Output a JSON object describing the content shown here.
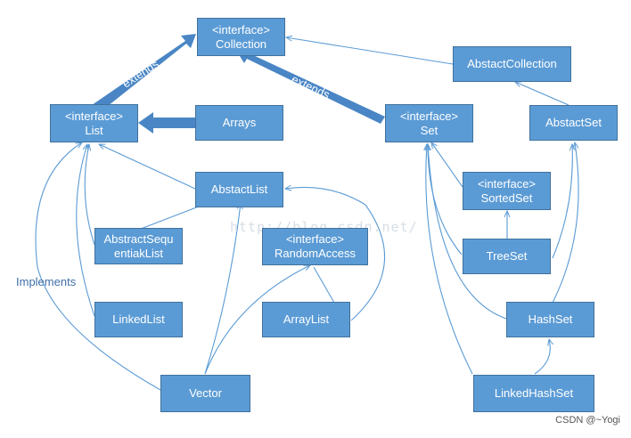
{
  "nodes": {
    "collection": {
      "stereotype": "<interface>",
      "name": "Collection"
    },
    "abstact_collection": {
      "name": "AbstactCollection"
    },
    "list": {
      "stereotype": "<interface>",
      "name": "List"
    },
    "arrays": {
      "name": "Arrays"
    },
    "set": {
      "stereotype": "<interface>",
      "name": "Set"
    },
    "abstact_set": {
      "name": "AbstactSet"
    },
    "abstact_list": {
      "name": "AbstactList"
    },
    "sorted_set": {
      "stereotype": "<interface>",
      "name": "SortedSet"
    },
    "abstract_sequential_list": {
      "name_line1": "AbstractSequ",
      "name_line2": "entiakList"
    },
    "random_access": {
      "stereotype": "<interface>",
      "name": "RandomAccess"
    },
    "tree_set": {
      "name": "TreeSet"
    },
    "linked_list": {
      "name": "LinkedList"
    },
    "array_list": {
      "name": "ArrayList"
    },
    "hash_set": {
      "name": "HashSet"
    },
    "vector": {
      "name": "Vector"
    },
    "linked_hash_set": {
      "name": "LinkedHashSet"
    }
  },
  "labels": {
    "extends_left": "extends",
    "extends_right": "extends",
    "implements": "Implements"
  },
  "watermark": "http://blog.csdn.net/",
  "credit": "CSDN @~Yogi",
  "colors": {
    "node_fill": "#5b9bd5",
    "node_border": "#41719c",
    "arrow_fill": "#4a86c5",
    "line": "#5b9bd5"
  }
}
